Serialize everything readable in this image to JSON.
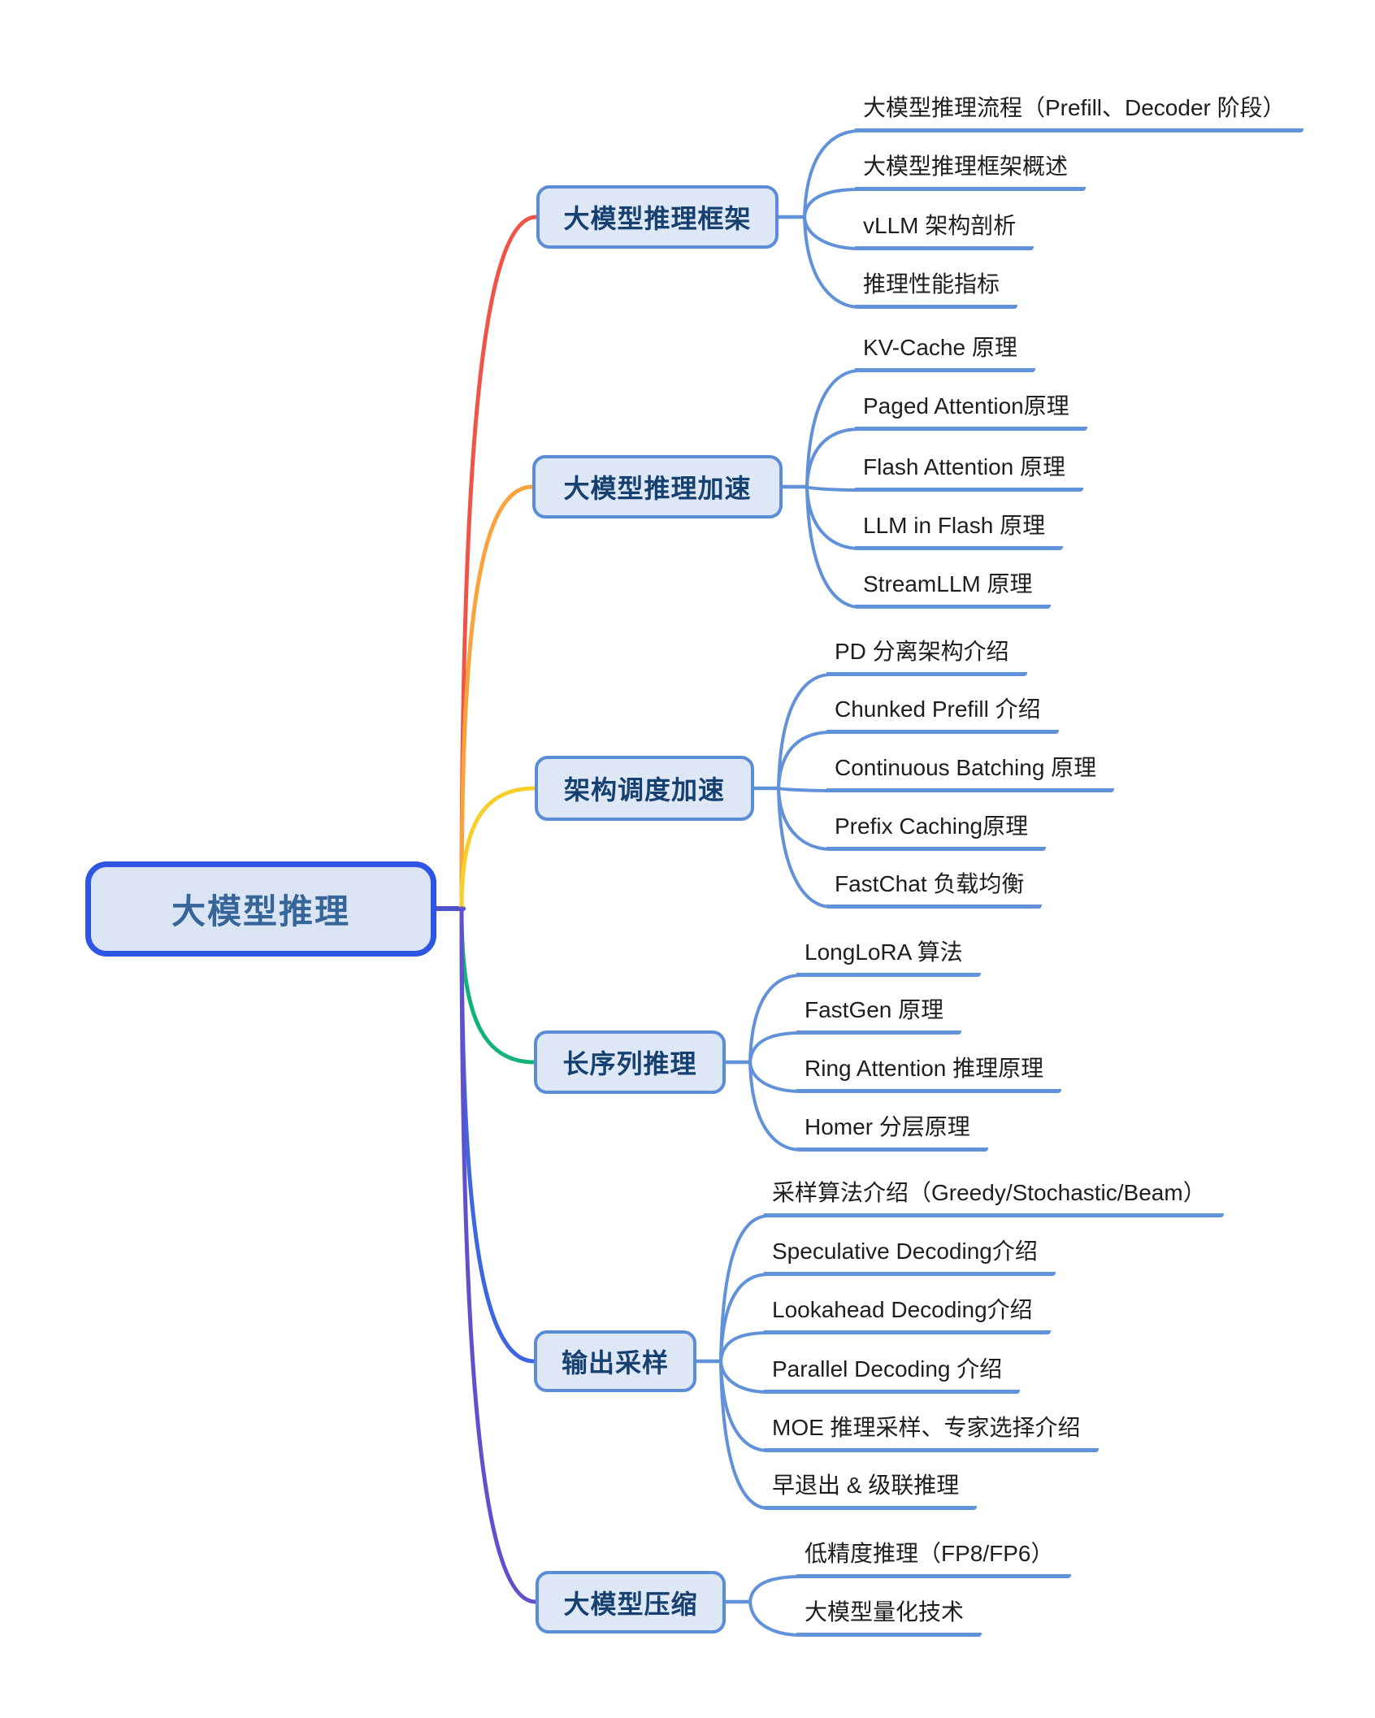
{
  "central": {
    "label": "大模型推理"
  },
  "branches": [
    {
      "label": "大模型推理框架",
      "line_color": "#f05449",
      "children": [
        "大模型推理流程（Prefill、Decoder 阶段）",
        "大模型推理框架概述",
        "vLLM 架构剖析",
        "推理性能指标"
      ]
    },
    {
      "label": "大模型推理加速",
      "line_color": "#f9a33c",
      "children": [
        "KV-Cache 原理",
        "Paged Attention原理",
        "Flash Attention 原理",
        "LLM in Flash 原理",
        "StreamLLM 原理"
      ]
    },
    {
      "label": "架构调度加速",
      "line_color": "#f6cf2b",
      "children": [
        "PD 分离架构介绍",
        "Chunked Prefill 介绍",
        "Continuous Batching 原理",
        "Prefix Caching原理",
        "FastChat 负载均衡"
      ]
    },
    {
      "label": "长序列推理",
      "line_color": "#12b377",
      "children": [
        "LongLoRA 算法",
        "FastGen 原理",
        "Ring Attention 推理原理",
        "Homer 分层原理"
      ]
    },
    {
      "label": "输出采样",
      "line_color": "#3d66df",
      "children": [
        "采样算法介绍（Greedy/Stochastic/Beam）",
        "Speculative Decoding介绍",
        "Lookahead Decoding介绍",
        "Parallel Decoding 介绍",
        "MOE 推理采样、专家选择介绍",
        "早退出 & 级联推理"
      ]
    },
    {
      "label": "大模型压缩",
      "line_color": "#6150cc",
      "children": [
        "低精度推理（FP8/FP6）",
        "大模型量化技术"
      ]
    }
  ],
  "colors": {
    "canvas-bg": "#ffffff",
    "connector": "#6191d8",
    "root-stub": "#4f52c8",
    "central-border": "#2f55e5",
    "central-fill": "#dbe4f2",
    "central-text": "#36659a",
    "branch-border": "#5b8dd6",
    "branch-fill": "#dde7f5",
    "branch-text": "#16406f",
    "leaf-text": "#1e1e20"
  }
}
